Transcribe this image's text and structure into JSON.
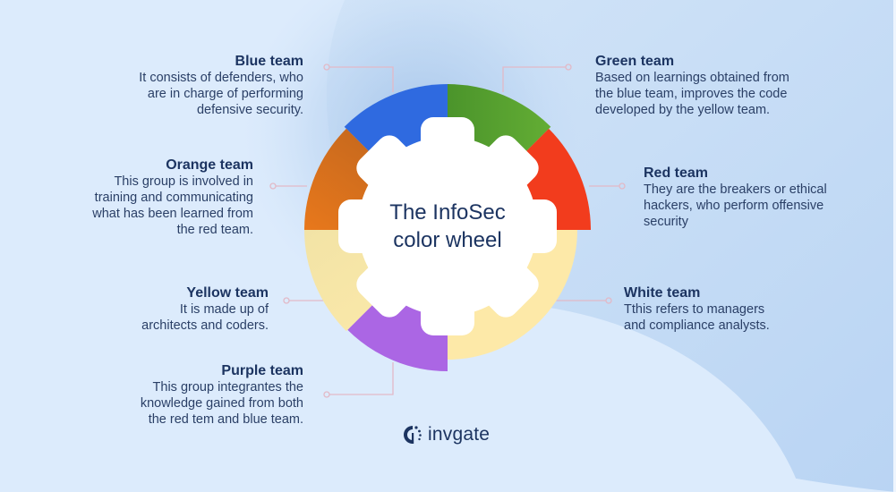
{
  "title": "The InfoSec\ncolor wheel",
  "brand": {
    "name": "invgate",
    "icon": "invgate-logo-icon"
  },
  "colors": {
    "background": "#dcebfc",
    "background_dark": "#c4dbf4",
    "text": "#1c3461",
    "connector": "#e2b9c7",
    "blue": "#2f6ae0",
    "green": "#55a22f",
    "red": "#f23c1d",
    "orange": "#d8701c",
    "yellow": "#fde9a8",
    "purple": "#ab66e4",
    "gear": "#ffffff"
  },
  "teams": {
    "blue": {
      "title": "Blue team",
      "description": "It consists of defenders, who\nare in charge of performing\ndefensive security."
    },
    "green": {
      "title": "Green team",
      "description": "Based on learnings obtained from\nthe blue team, improves the code\ndeveloped by the yellow team."
    },
    "orange": {
      "title": "Orange team",
      "description": "This group is involved in\ntraining and communicating\nwhat has been learned from\nthe red team."
    },
    "red": {
      "title": "Red team",
      "description": "They are the breakers or ethical\nhackers, who perform offensive\nsecurity"
    },
    "yellow": {
      "title": "Yellow team",
      "description": "It is made up of\narchitects and coders."
    },
    "white": {
      "title": "White team",
      "description": "Tthis refers to managers\nand compliance analysts."
    },
    "purple": {
      "title": "Purple team",
      "description": "This group integrantes the\nknowledge gained from both\nthe red tem and blue team."
    }
  }
}
